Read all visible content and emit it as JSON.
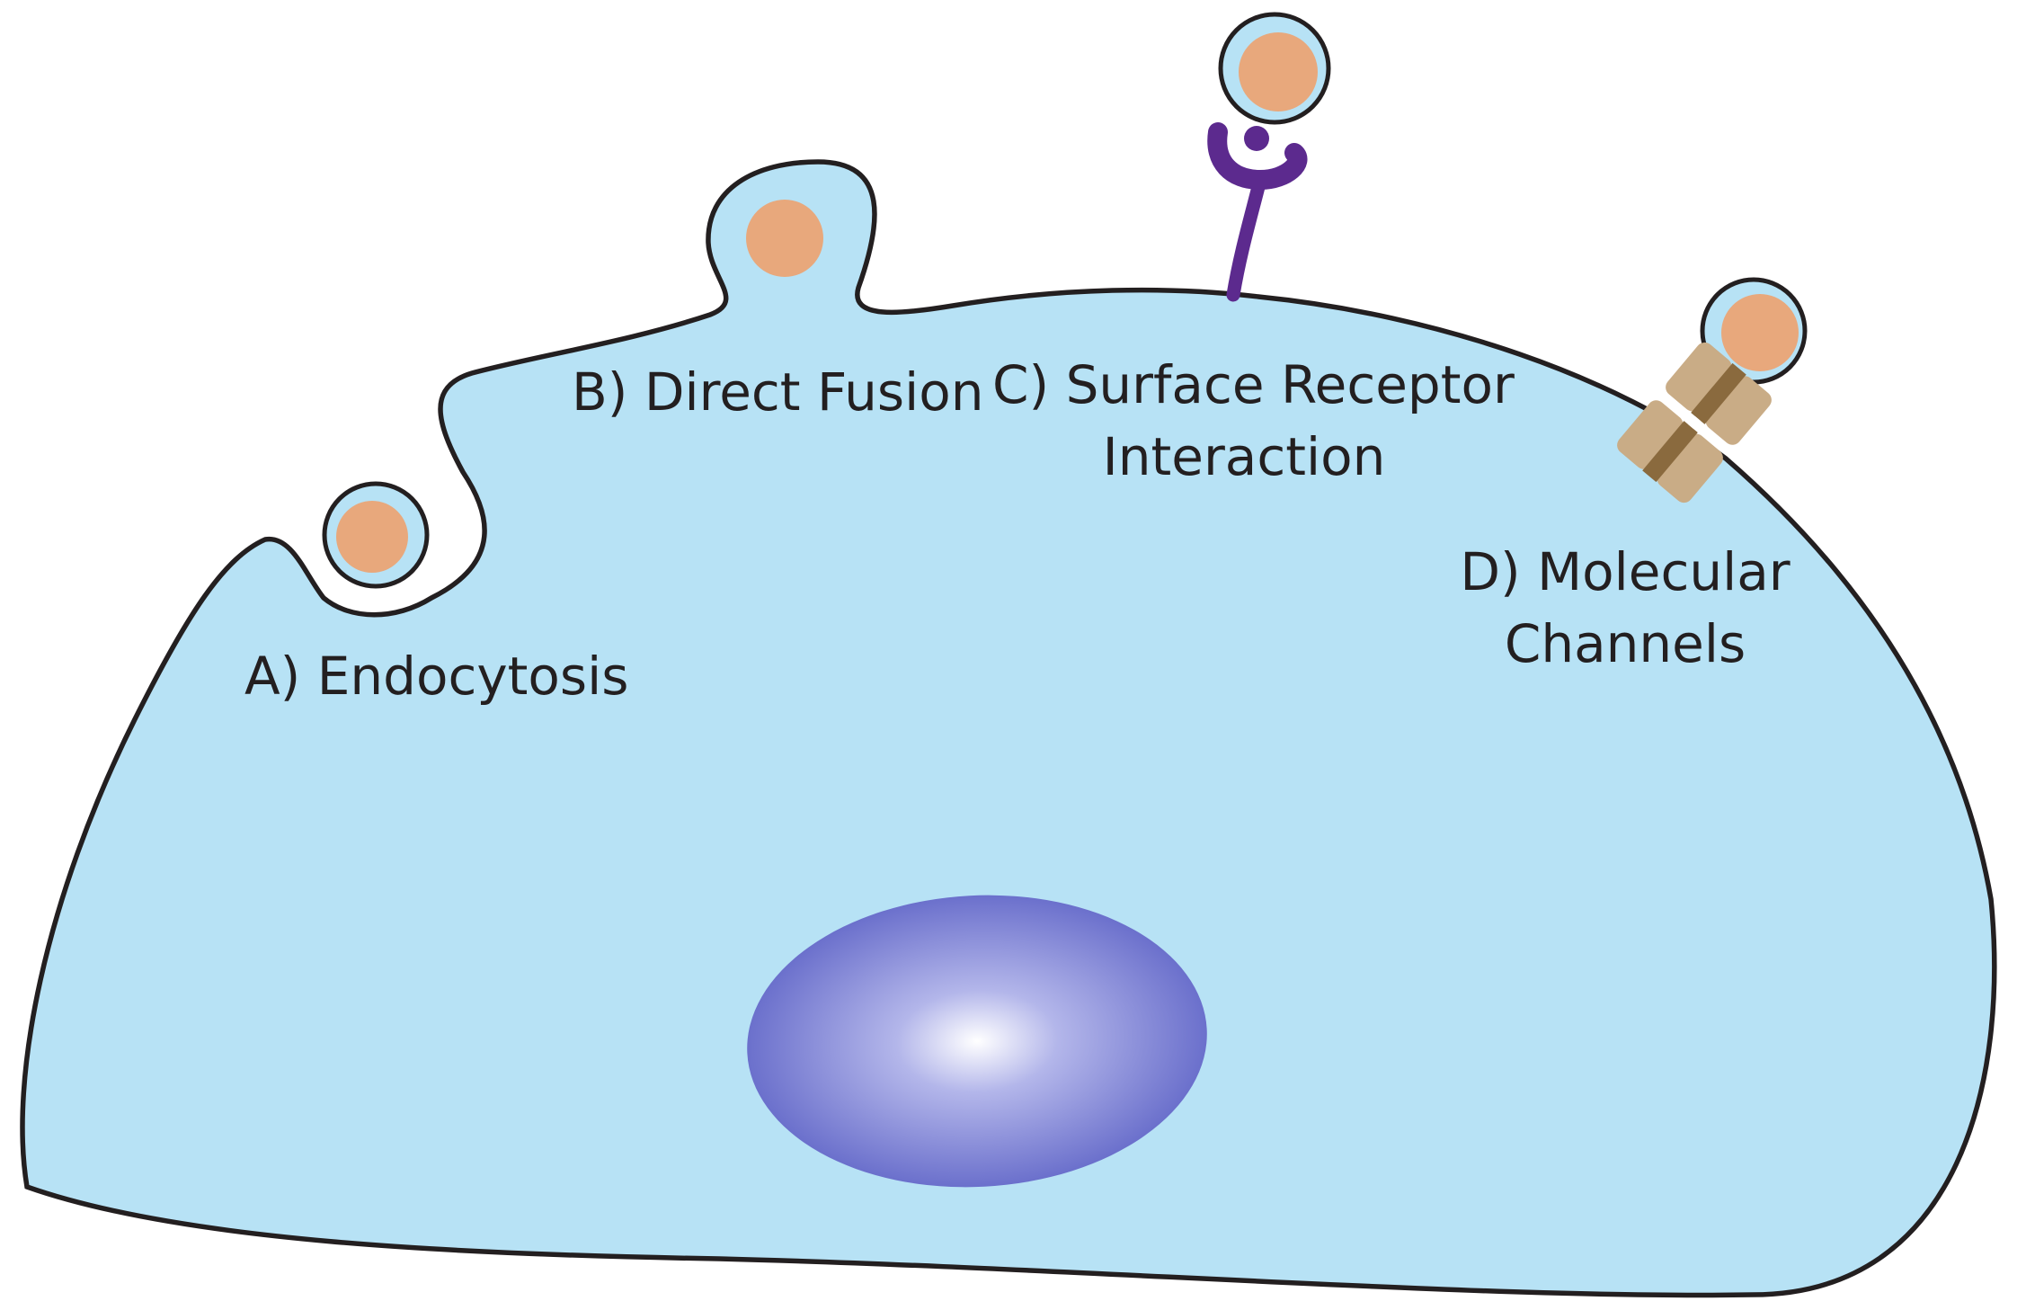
{
  "labels": {
    "endocytosis": "A) Endocytosis",
    "direct_fusion": "B) Direct Fusion",
    "surface_receptor_line1": "C) Surface Receptor",
    "surface_receptor_line2": "Interaction",
    "molecular_channels_line1": "D) Molecular",
    "molecular_channels_line2": "Channels"
  },
  "colors": {
    "cell_fill": "#b7e2f5",
    "outline": "#231f20",
    "cargo": "#e8a87c",
    "receptor": "#5c2a8e",
    "channel_light": "#c9ac86",
    "channel_dark": "#8a6a3e",
    "nucleus_outer": "#6b70cc",
    "nucleus_center": "#ffffff"
  }
}
